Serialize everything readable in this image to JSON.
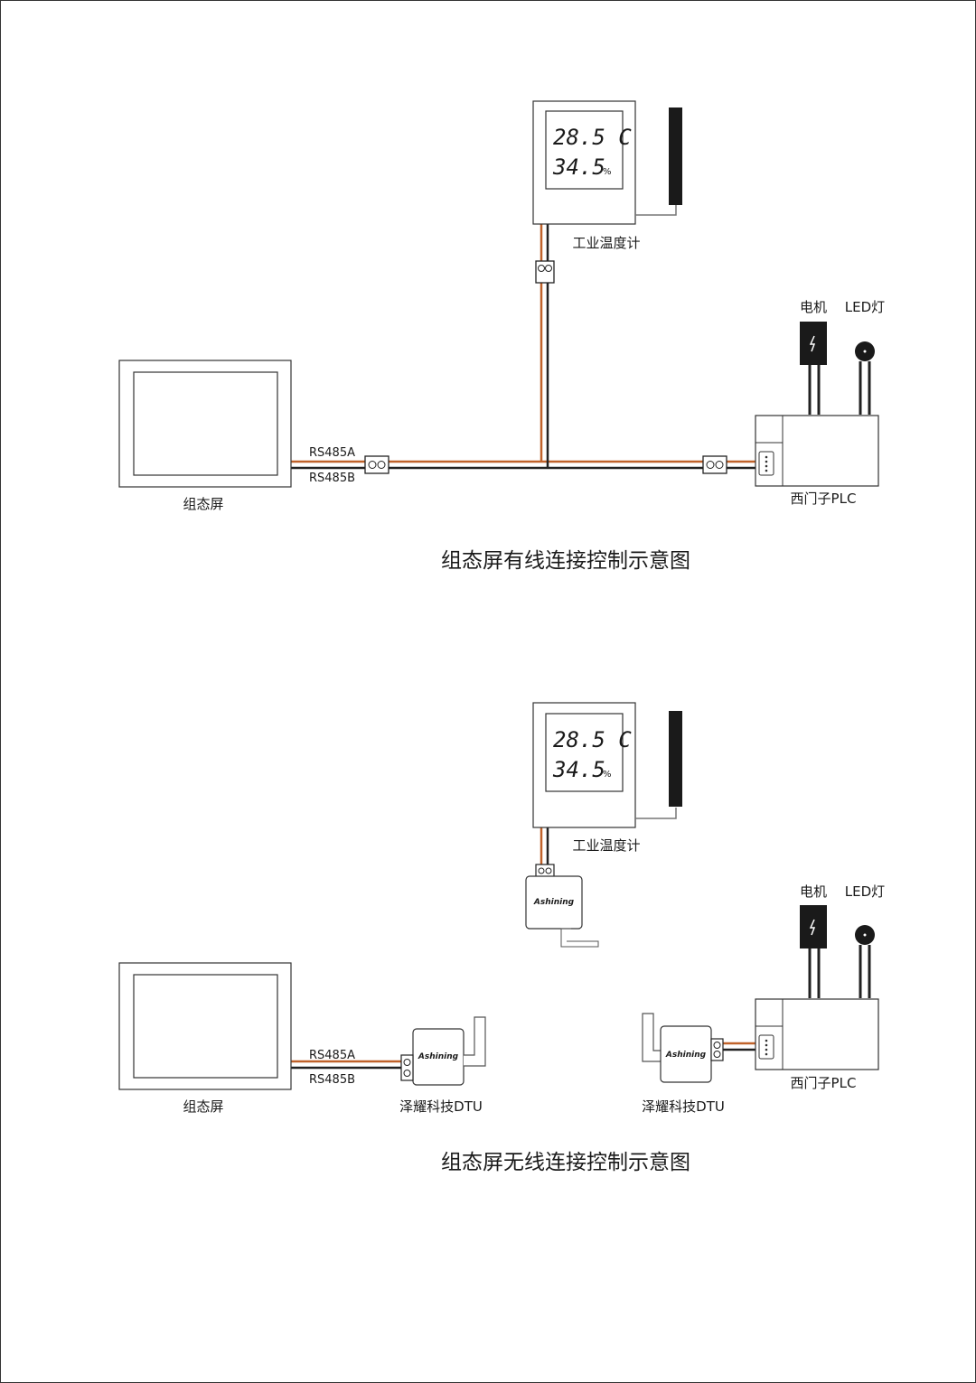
{
  "wired": {
    "caption": "组态屏有线连接控制示意图",
    "screen_label": "组态屏",
    "sensor": {
      "label": "工业温度计",
      "temp": "28.5 C",
      "humidity": "34.5",
      "unit": "%"
    },
    "signal_a": "RS485A",
    "signal_b": "RS485B",
    "motor_label": "电机",
    "led_label": "LED灯",
    "plc_label": "西门子PLC"
  },
  "wireless": {
    "caption": "组态屏无线连接控制示意图",
    "screen_label": "组态屏",
    "sensor": {
      "label": "工业温度计",
      "temp": "28.5 C",
      "humidity": "34.5",
      "unit": "%"
    },
    "signal_a": "RS485A",
    "signal_b": "RS485B",
    "dtu_left_label": "泽耀科技DTU",
    "dtu_right_label": "泽耀科技DTU",
    "dtu_brand": "Ashining",
    "motor_label": "电机",
    "led_label": "LED灯",
    "plc_label": "西门子PLC"
  },
  "colors": {
    "wire_a": "#c0622a",
    "wire_b": "#222222",
    "outline": "#333333"
  }
}
